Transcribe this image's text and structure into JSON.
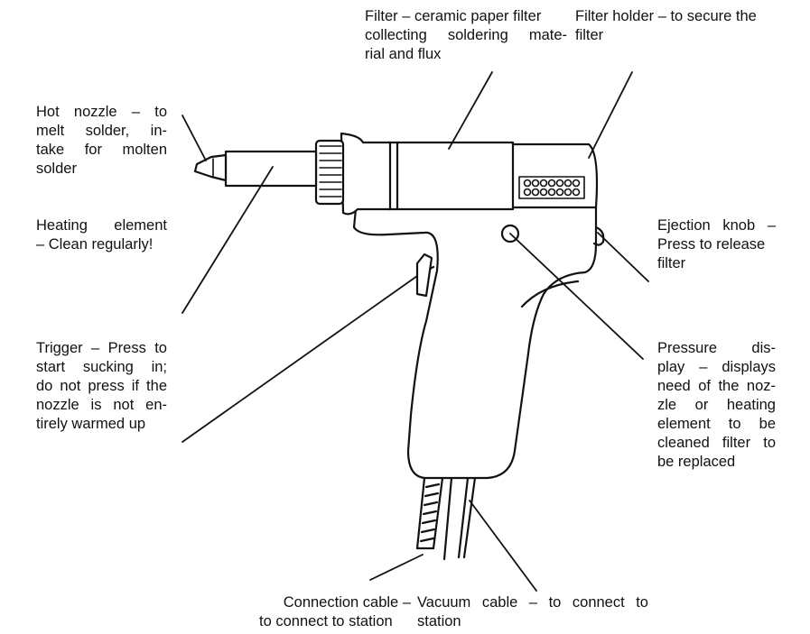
{
  "labels": {
    "filter": [
      "Filter – ceramic paper filter",
      "collecting soldering mate-",
      "rial and flux"
    ],
    "filter_holder": [
      "Filter holder – to secure the",
      "filter"
    ],
    "hot_nozzle": [
      "Hot nozzle – to",
      "melt solder, in-",
      "take for molten",
      "solder"
    ],
    "heating_element": [
      "Heating element",
      "– Clean regularly!"
    ],
    "trigger": [
      "Trigger – Press to",
      "start sucking in;",
      "do not press if the",
      "nozzle is not en-",
      "tirely warmed up"
    ],
    "ejection_knob": [
      "Ejection knob –",
      "Press to release",
      "filter"
    ],
    "pressure_display": [
      "Pressure dis-",
      "play – displays",
      "need of the noz-",
      "zle or heating",
      "element to be",
      "cleaned filter to",
      "be replaced"
    ],
    "connection_cable": [
      "Connection cable –",
      "to connect to station"
    ],
    "vacuum_cable": [
      "Vacuum cable – to connect to",
      "station"
    ]
  }
}
